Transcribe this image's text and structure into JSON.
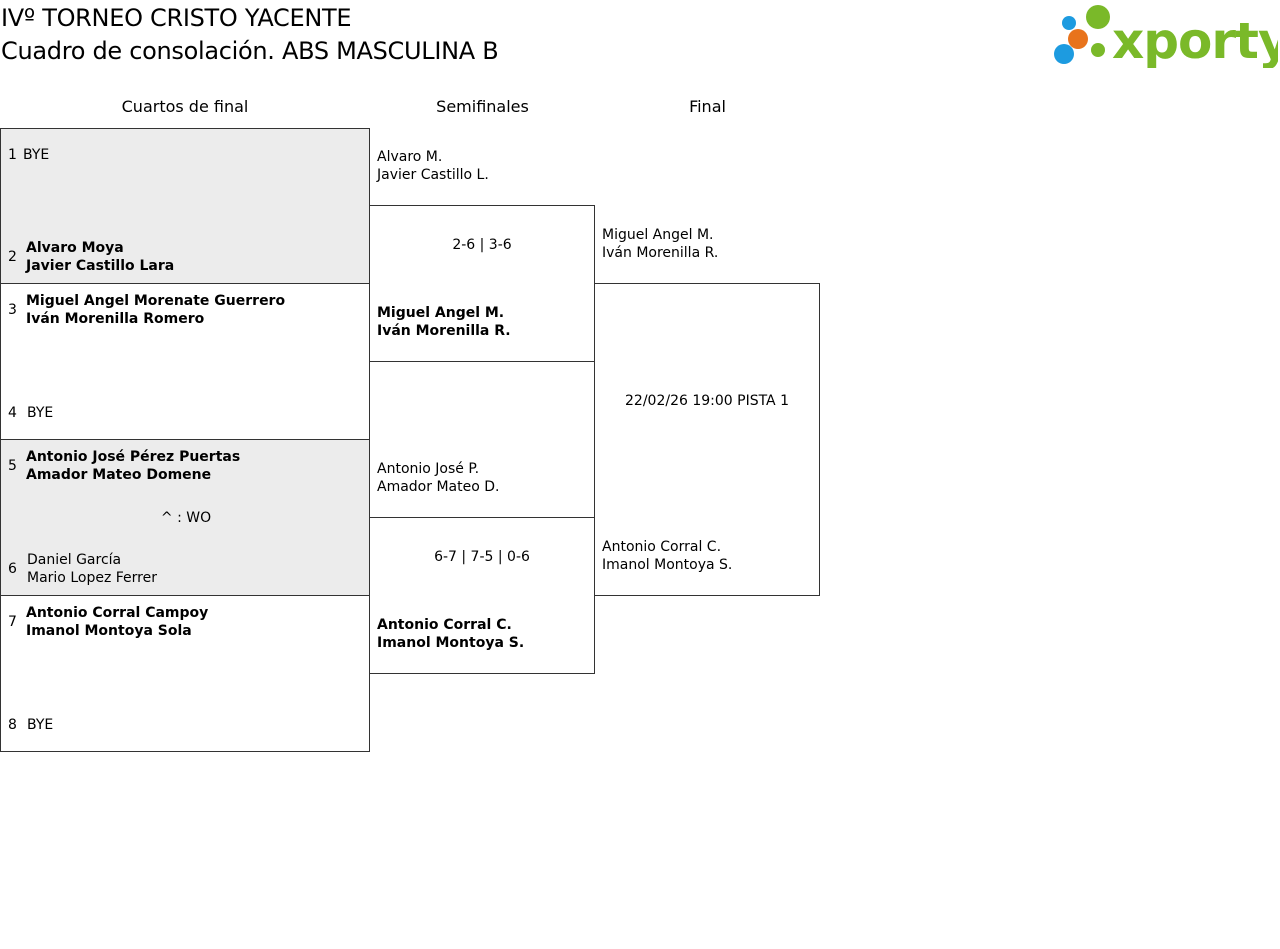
{
  "header": {
    "title": "IVº TORNEO CRISTO YACENTE",
    "subtitle": "Cuadro de consolación. ABS MASCULINA B",
    "logo_text": "xporty"
  },
  "columns": {
    "quarterfinals": "Cuartos de final",
    "semifinals": "Semifinales",
    "final": "Final"
  },
  "quarterfinals": {
    "slots": [
      {
        "seed": "1",
        "line1": "BYE",
        "line2": ""
      },
      {
        "seed": "2",
        "line1": "Alvaro Moya",
        "line2": "Javier Castillo Lara"
      },
      {
        "seed": "3",
        "line1": "Miguel Angel Morenate Guerrero",
        "line2": "Iván Morenilla Romero"
      },
      {
        "seed": "4",
        "line1": "BYE",
        "line2": ""
      },
      {
        "seed": "5",
        "line1": "Antonio José Pérez Puertas",
        "line2": "Amador Mateo Domene"
      },
      {
        "seed": "6",
        "line1": "Daniel García",
        "line2": "Mario Lopez Ferrer"
      },
      {
        "seed": "7",
        "line1": "Antonio Corral Campoy",
        "line2": "Imanol Montoya Sola"
      },
      {
        "seed": "8",
        "line1": "BYE",
        "line2": ""
      }
    ],
    "match3_note": "^ : WO"
  },
  "semifinals": {
    "match1": {
      "top_line1": "Alvaro M.",
      "top_line2": "Javier Castillo L.",
      "score": "2-6 | 3-6",
      "bottom_line1": "Miguel Angel M.",
      "bottom_line2": "Iván Morenilla R."
    },
    "match2": {
      "top_line1": "Antonio José P.",
      "top_line2": "Amador Mateo D.",
      "score": "6-7 | 7-5 | 0-6",
      "bottom_line1": "Antonio Corral C.",
      "bottom_line2": "Imanol Montoya S."
    }
  },
  "final": {
    "top_line1": "Miguel Angel M.",
    "top_line2": "Iván Morenilla R.",
    "schedule": "22/02/26 19:00 PISTA 1",
    "bottom_line1": "Antonio Corral C.",
    "bottom_line2": "Imanol Montoya S."
  },
  "colors": {
    "logo_green": "#7ab929",
    "logo_blue": "#1d9be0",
    "logo_orange": "#e8731c",
    "shade": "#ececec",
    "border": "#333333"
  }
}
